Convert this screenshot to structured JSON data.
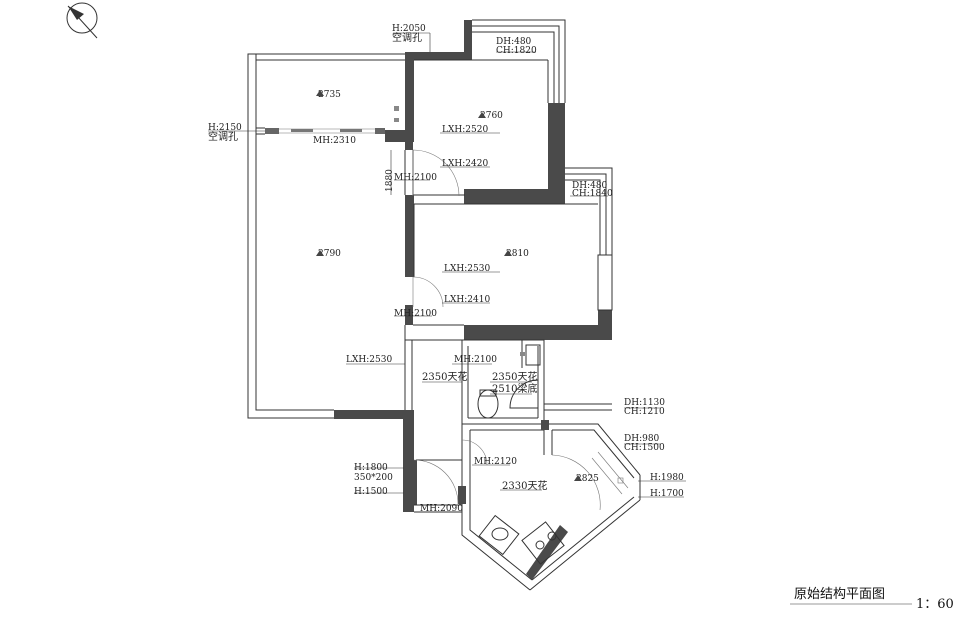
{
  "colors": {
    "wall": "#4a4a4a",
    "line": "#333333",
    "background": "#ffffff"
  },
  "title": "原始结构平面图",
  "scale": "1：60",
  "icons": {
    "north_arrow": "north-arrow-icon"
  },
  "rooms": {
    "top_left": "2735",
    "top_right": "2760",
    "living": "2790",
    "middle_right": "2810",
    "kitchen": "2825"
  },
  "labels": {
    "ac_top_h": "H:2050",
    "ac_top_name": "空调孔",
    "window_top_dh": "DH:480",
    "window_top_ch": "CH:1820",
    "ac_left_h": "H:2150",
    "ac_left_name": "空调孔",
    "mh_2310": "MH:2310",
    "lxh_2520": "LXH:2520",
    "lxh_2420": "LXH:2420",
    "dim_1880": "1880",
    "mh_2100_a": "MH:2100",
    "window_mid_dh": "DH:480",
    "window_mid_ch": "CH:1840",
    "lxh_2530_a": "LXH:2530",
    "lxh_2410": "LXH:2410",
    "mh_2100_b": "MH:2100",
    "lxh_2530_b": "LXH:2530",
    "mh_2100_c": "MH:2100",
    "ceiling_2350_a": "2350天花",
    "ceiling_2350_b": "2350天花",
    "beam_2510": "2510梁底",
    "window_bath_dh": "DH:1130",
    "window_bath_ch": "CH:1210",
    "window_k_dh": "DH:980",
    "window_k_ch": "CH:1500",
    "h_1800": "H:1800",
    "size_350_200": "350*200",
    "h_1500": "H:1500",
    "mh_2120": "MH:2120",
    "ceiling_2330": "2330天花",
    "h_1980": "H:1980",
    "h_1700": "H:1700",
    "mh_2090": "MH:2090"
  }
}
